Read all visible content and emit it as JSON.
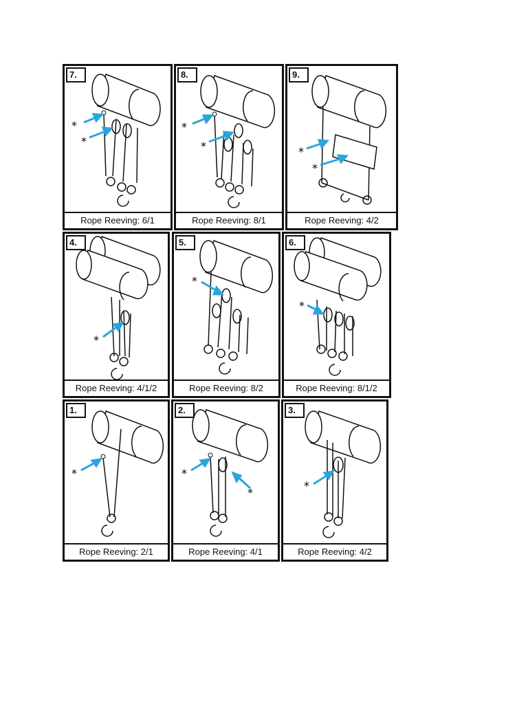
{
  "panels": [
    {
      "number": "7.",
      "caption": "Rope Reeving: 6/1"
    },
    {
      "number": "8.",
      "caption": "Rope Reeving: 8/1"
    },
    {
      "number": "9.",
      "caption": "Rope Reeving: 4/2"
    },
    {
      "number": "4.",
      "caption": "Rope Reeving: 4/1/2"
    },
    {
      "number": "5.",
      "caption": "Rope Reeving: 8/2"
    },
    {
      "number": "6.",
      "caption": "Rope Reeving: 8/1/2"
    },
    {
      "number": "1.",
      "caption": "Rope Reeving: 2/1"
    },
    {
      "number": "2.",
      "caption": "Rope Reeving: 4/1"
    },
    {
      "number": "3.",
      "caption": "Rope Reeving: 4/2"
    }
  ],
  "marker_symbol": "*",
  "colors": {
    "arrow": "#2aa6dd",
    "line": "#111111"
  }
}
